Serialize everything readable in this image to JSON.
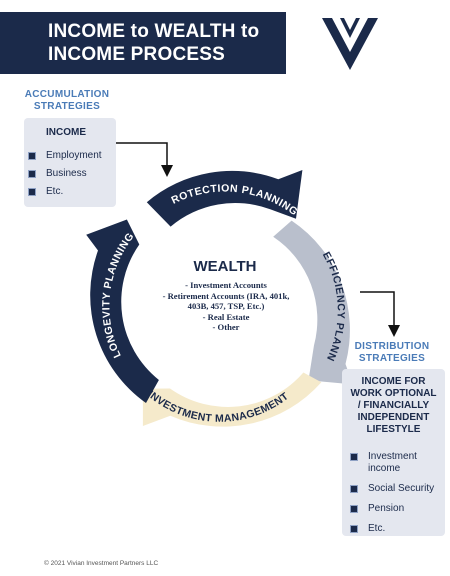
{
  "header": {
    "title_line1": "INCOME to WEALTH to",
    "title_line2": "INCOME PROCESS"
  },
  "logo": {
    "icon": "vip-logo-icon",
    "color": "#1b2a4a"
  },
  "accumulation": {
    "label_line1": "ACCUMULATION",
    "label_line2": "STRATEGIES",
    "heading": "INCOME",
    "items": [
      "Employment",
      "Business",
      "Etc."
    ]
  },
  "cycle": {
    "segments": [
      {
        "label": "PROTECTION PLANNING",
        "color": "#1b2a4a"
      },
      {
        "label": "TAX EFFICIENCY PLANNING",
        "color": "#b9bfcc"
      },
      {
        "label": "INVESTMENT MANAGEMENT",
        "color": "#f5eacb"
      },
      {
        "label": "LONGEVITY PLANNING",
        "color": "#1b2a4a"
      }
    ]
  },
  "wealth": {
    "title": "WEALTH",
    "items": [
      "- Investment Accounts",
      "- Retirement Accounts (IRA, 401k,",
      "403B, 457, TSP, Etc.)",
      "- Real Estate",
      "- Other"
    ]
  },
  "distribution": {
    "label_line1": "DISTRIBUTION",
    "label_line2": "STRATEGIES",
    "heading_lines": [
      "INCOME FOR",
      "WORK OPTIONAL",
      "/ FINANCIALLY",
      "INDEPENDENT",
      "LIFESTYLE"
    ],
    "items": [
      [
        "Investment",
        "income"
      ],
      [
        "Social Security"
      ],
      [
        "Pension"
      ],
      [
        "Etc."
      ]
    ]
  },
  "footer": {
    "copyright": "© 2021 Vivian Investment Partners LLC"
  },
  "colors": {
    "navy": "#1b2a4a",
    "accent_blue": "#4a7bb7",
    "panel_gray": "#e4e7ef",
    "gray_arc": "#b9bfcc",
    "cream_arc": "#f5eacb"
  }
}
